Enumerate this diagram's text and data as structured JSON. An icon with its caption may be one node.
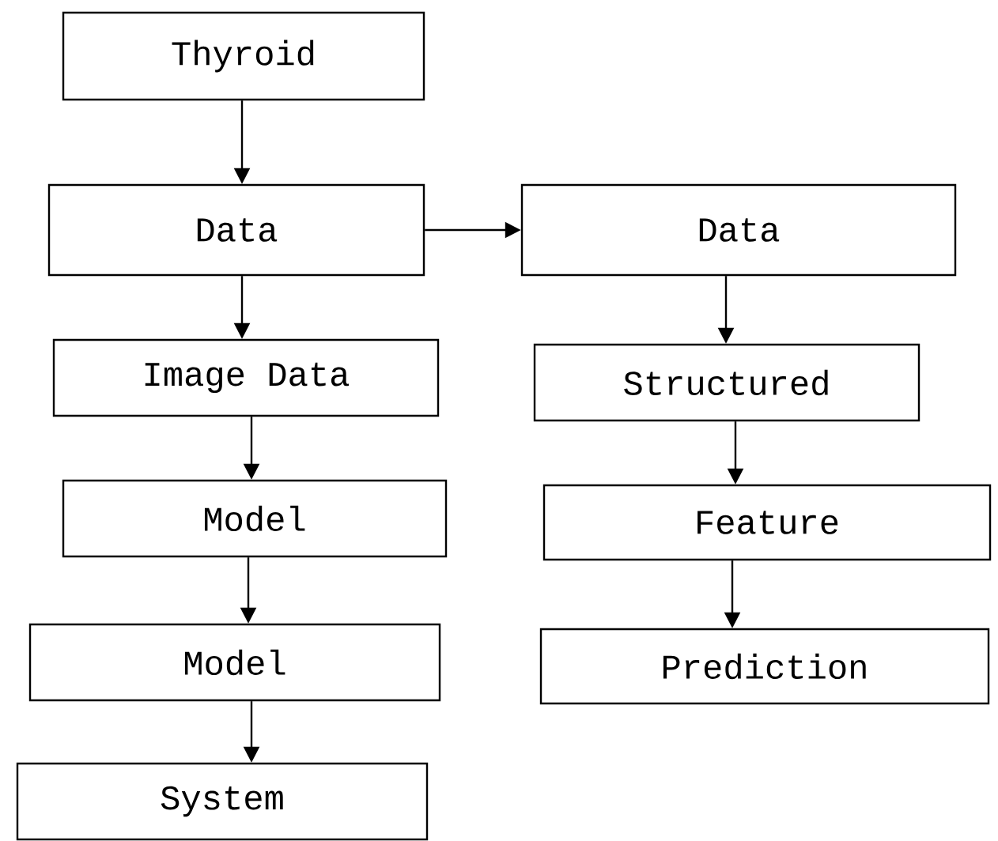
{
  "diagram": {
    "nodes": [
      {
        "text": [
          "Thyroid"
        ]
      },
      {
        "text": [
          "Data"
        ]
      },
      {
        "text": [
          "Data"
        ]
      },
      {
        "text": [
          "Image Data"
        ]
      },
      {
        "text": [
          "Structured"
        ]
      },
      {
        "text": [
          "Model"
        ]
      },
      {
        "text": [
          "Feature"
        ]
      },
      {
        "text": [
          "Model"
        ]
      },
      {
        "text": [
          "Prediction"
        ]
      },
      {
        "text": [
          "System"
        ]
      }
    ],
    "edges": [
      {
        "from": 0,
        "to": 1,
        "arrow": "to"
      },
      {
        "from": 1,
        "to": 2,
        "arrow": "to"
      },
      {
        "from": 1,
        "to": 3,
        "arrow": "to"
      },
      {
        "from": 2,
        "to": 4,
        "arrow": "to"
      },
      {
        "from": 3,
        "to": 5,
        "arrow": "to"
      },
      {
        "from": 4,
        "to": 6,
        "arrow": "to"
      },
      {
        "from": 5,
        "to": 7,
        "arrow": "to"
      },
      {
        "from": 6,
        "to": 8,
        "arrow": "to"
      },
      {
        "from": 7,
        "to": 9,
        "arrow": "to"
      }
    ]
  }
}
